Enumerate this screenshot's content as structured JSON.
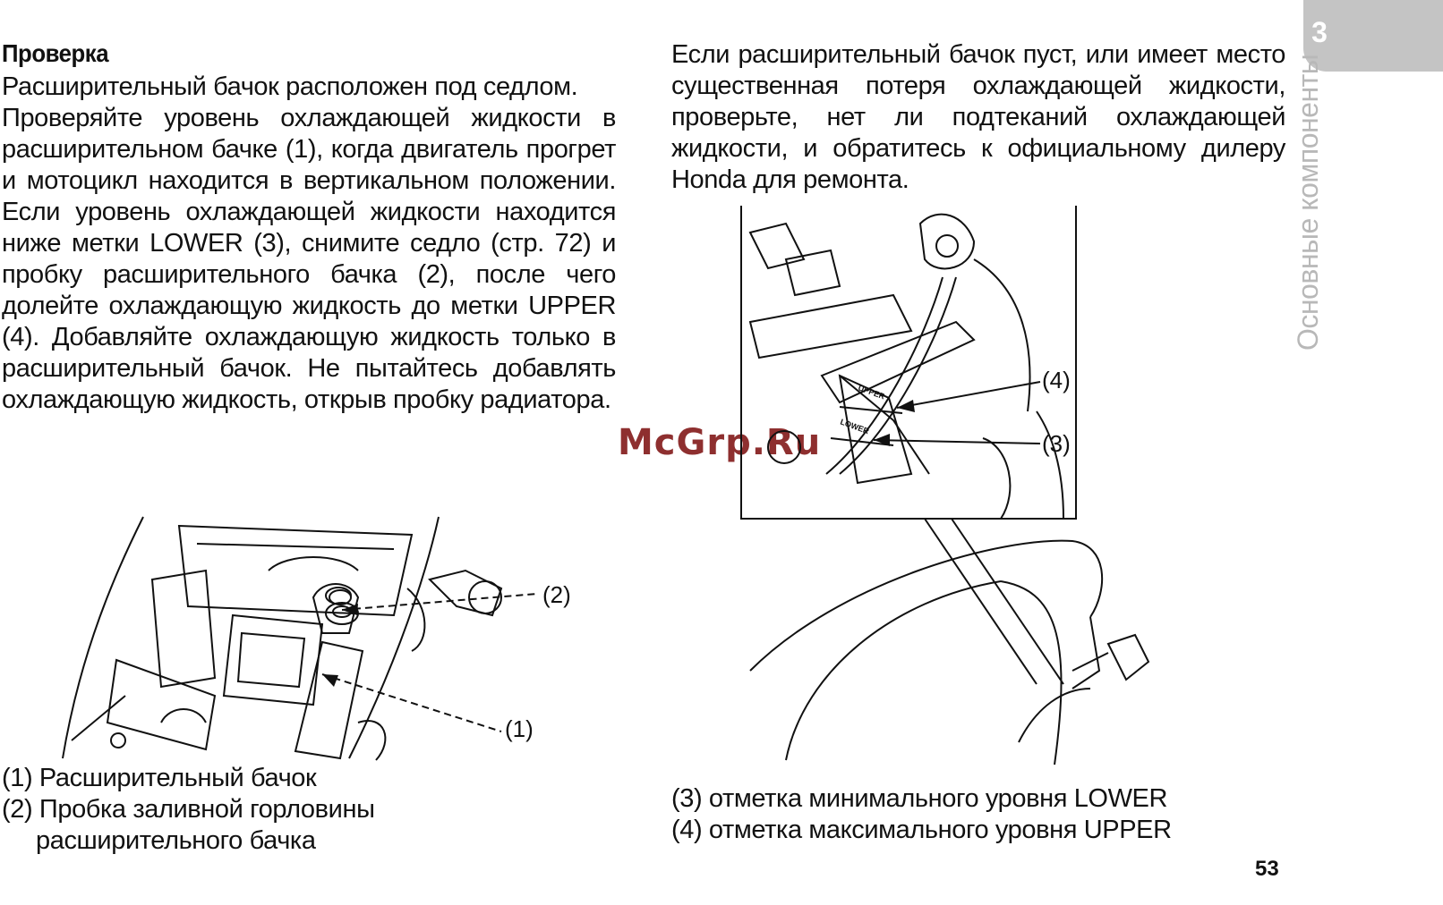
{
  "section": {
    "number": "3",
    "title": "Основные компоненты"
  },
  "heading": "Проверка",
  "left_column": {
    "intro": "Расширительный бачок расположен под седлом.",
    "body": "Проверяйте уровень охлаждающей жидкости в расширительном бачке (1), когда двигатель прогрет и мотоцикл находится в вертикальном положении. Если уровень охлаждающей жидкости находится ниже метки LOWER (3), снимите седло (стр. 72) и пробку расширительного бачка (2), после чего долейте охлаждающую жидкость до метки UPPER (4). Добавляйте охлаждающую жидкость только в расширительный бачок. Не пытайтесь добавлять охлаждающую жидкость, открыв пробку радиатора."
  },
  "right_column": {
    "body": "Если расширительный бачок пуст, или имеет место существенная потеря охлаждающей жидкости, проверьте, нет ли подтеканий охлаждающей жидкости, и обратитесь к официальному дилеру Honda для ремонта."
  },
  "figure_left": {
    "callouts": [
      "(2)",
      "(1)"
    ],
    "captions": [
      "(1) Расширительный бачок",
      "(2) Пробка заливной горловины",
      "расширительного бачка"
    ]
  },
  "figure_right": {
    "callouts": [
      "(4)",
      "(3)"
    ],
    "marks": [
      "UPPER",
      "LOWER"
    ],
    "captions": [
      "(3) отметка минимального уровня LOWER",
      "(4) отметка максимального уровня UPPER"
    ]
  },
  "watermark": "McGrp.Ru",
  "page_number": "53"
}
